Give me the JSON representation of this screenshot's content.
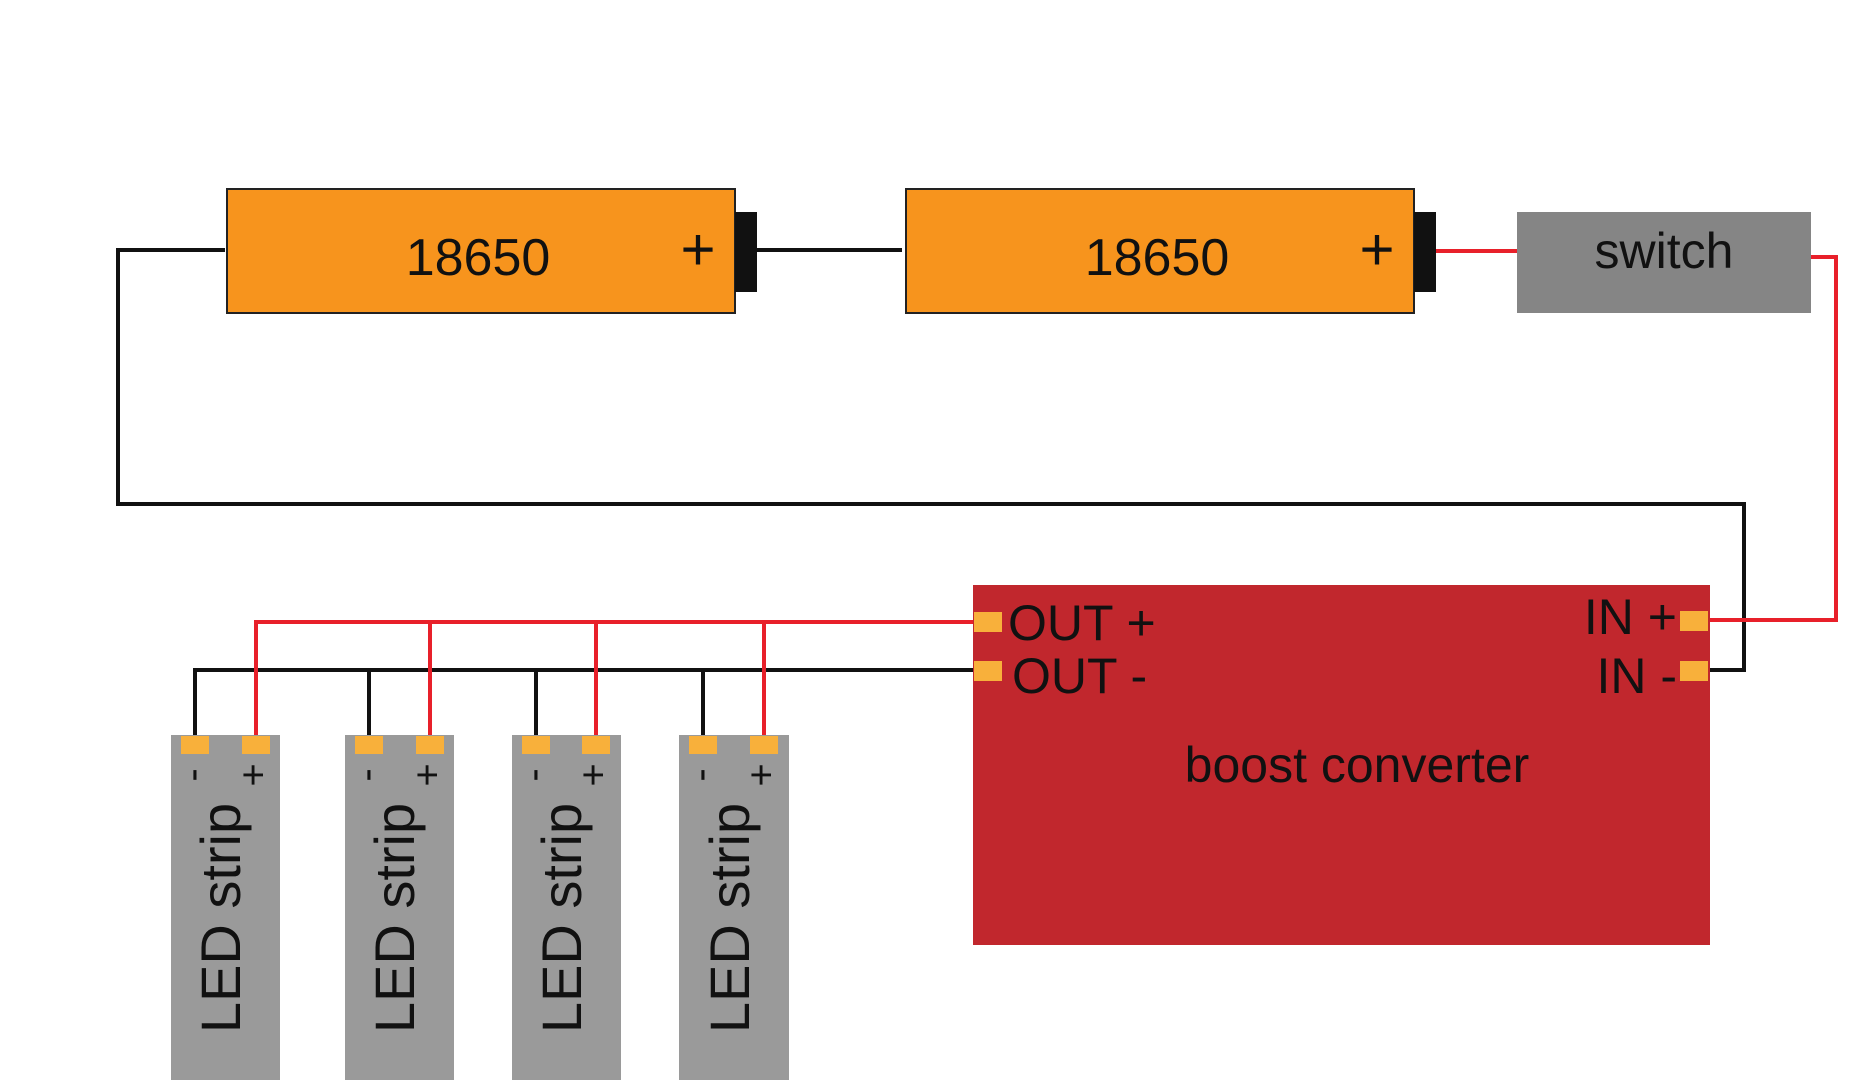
{
  "diagram": {
    "batteries": [
      {
        "label": "18650",
        "polarity": "+"
      },
      {
        "label": "18650",
        "polarity": "+"
      }
    ],
    "switch": {
      "label": "switch"
    },
    "converter": {
      "label": "boost converter",
      "out_plus": "OUT +",
      "out_minus": "OUT -",
      "in_plus": "IN +",
      "in_minus": "IN -"
    },
    "led_strips": [
      {
        "label": "LED strip",
        "minus": "-",
        "plus": "+"
      },
      {
        "label": "LED strip",
        "minus": "-",
        "plus": "+"
      },
      {
        "label": "LED strip",
        "minus": "-",
        "plus": "+"
      },
      {
        "label": "LED strip",
        "minus": "-",
        "plus": "+"
      }
    ]
  },
  "colors": {
    "battery": "#f7941d",
    "switch": "#858585",
    "converter": "#c1272d",
    "pad": "#f8b03b",
    "led_strip": "#9a9a9a",
    "wire_positive": "#e8202a",
    "wire_negative": "#111111"
  }
}
